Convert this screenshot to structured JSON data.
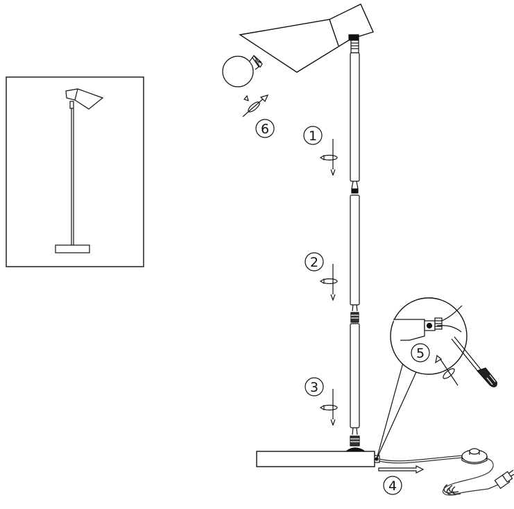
{
  "steps": [
    {
      "number": "1",
      "icon": "rotate-screw-icon"
    },
    {
      "number": "2",
      "icon": "rotate-screw-icon"
    },
    {
      "number": "3",
      "icon": "rotate-screw-icon"
    },
    {
      "number": "4",
      "icon": "push-arrow-icon"
    },
    {
      "number": "5",
      "icon": "screwdriver-icon"
    },
    {
      "number": "6",
      "icon": "bulb-screw-icon"
    }
  ],
  "colors": {
    "line": "#111111",
    "background": "#ffffff",
    "cord": "#333333"
  }
}
